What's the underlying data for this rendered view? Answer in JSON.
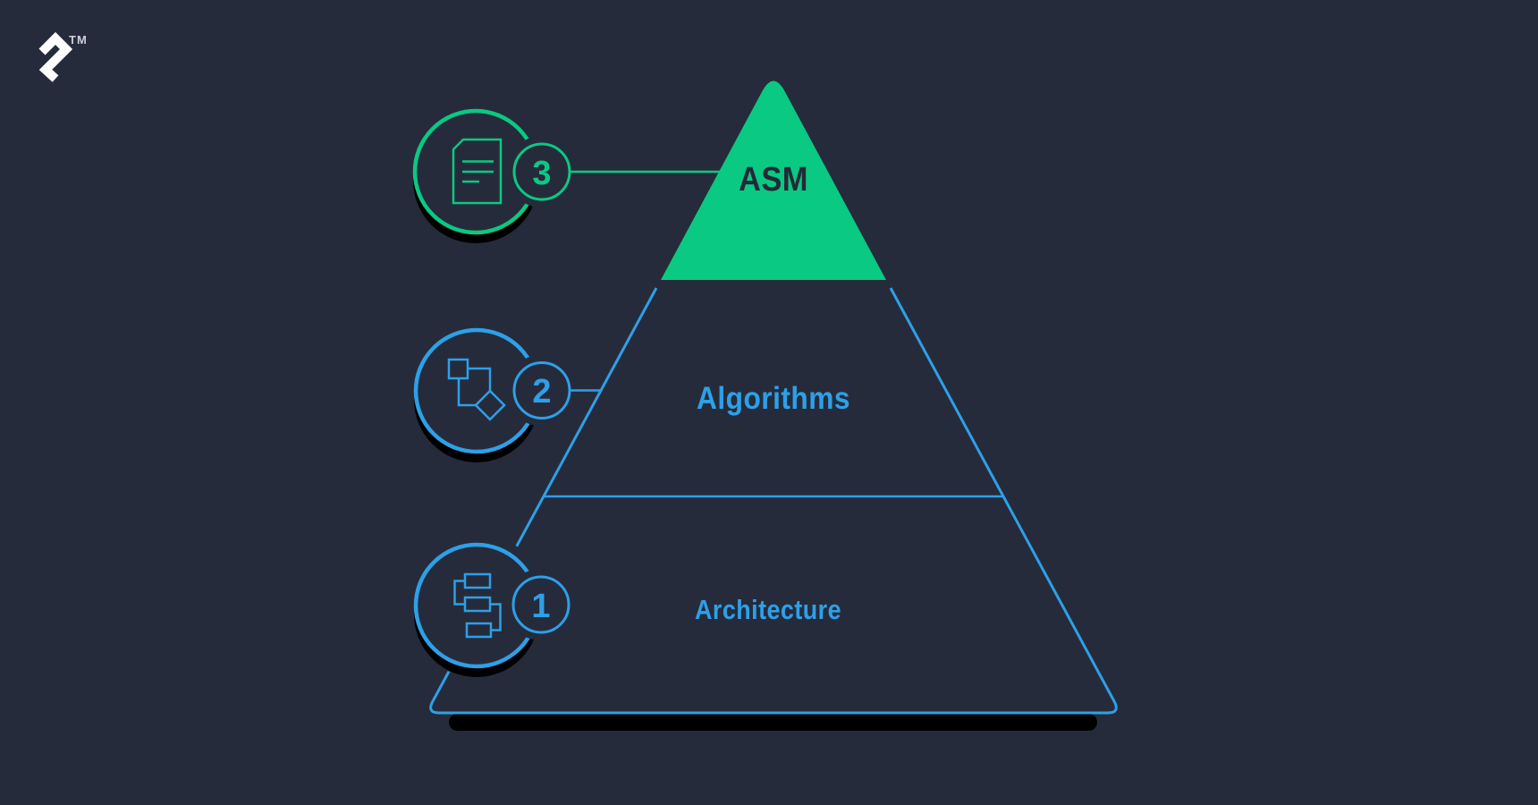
{
  "brand": {
    "logo_icon": "toptal-logo",
    "trademark": "TM"
  },
  "colors": {
    "background": "#262B3B",
    "green": "#0AC983",
    "blue": "#2DA0E8",
    "shadow": "#000000",
    "asm_text": "#232937",
    "logo": "#FFFFFF"
  },
  "pyramid": {
    "type": "pyramid-3-levels",
    "levels": [
      {
        "position": "top",
        "label": "ASM",
        "badge": "3",
        "icon": "document-icon",
        "color": "#0AC983",
        "style": "solid-fill"
      },
      {
        "position": "middle",
        "label": "Algorithms",
        "badge": "2",
        "icon": "flowchart-icon",
        "color": "#2DA0E8",
        "style": "outlined"
      },
      {
        "position": "bottom",
        "label": "Architecture",
        "badge": "1",
        "icon": "hierarchy-icon",
        "color": "#2DA0E8",
        "style": "outlined"
      }
    ]
  }
}
